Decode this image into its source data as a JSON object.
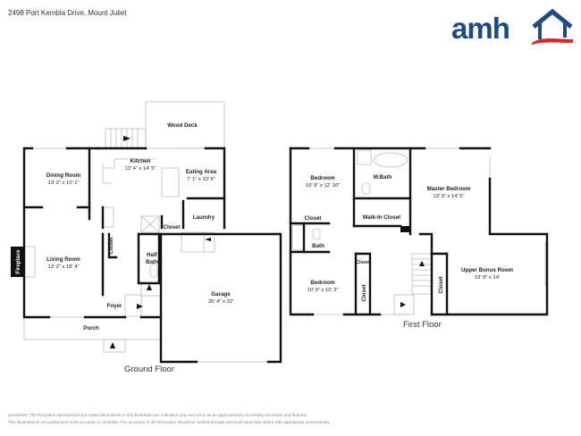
{
  "header": {
    "address": "2498 Port Kembla Drive, Mount Juliet",
    "logo_text": "amh",
    "logo_colors": {
      "text": "#1e4b86",
      "swoosh": "#d6282e"
    }
  },
  "ground_floor": {
    "label": "Ground Floor",
    "rooms": [
      {
        "name": "Wood Deck",
        "dims": ""
      },
      {
        "name": "Dining Room",
        "dims": "13' 2\" x 10' 1\""
      },
      {
        "name": "Kitchen",
        "dims": "13' 4\" x 14' 5\""
      },
      {
        "name": "Eating Area",
        "dims": "7' 1\" x 10' 6\""
      },
      {
        "name": "Laundry",
        "dims": ""
      },
      {
        "name": "Closet",
        "dims": ""
      },
      {
        "name": "Living Room",
        "dims": "13' 2\" x 18' 4\""
      },
      {
        "name": "Closet",
        "dims": ""
      },
      {
        "name": "Half",
        "dims": "Bath"
      },
      {
        "name": "Fireplace",
        "dims": ""
      },
      {
        "name": "Foyer",
        "dims": ""
      },
      {
        "name": "Porch",
        "dims": ""
      },
      {
        "name": "Garage",
        "dims": "20' 4\" x 22'"
      }
    ]
  },
  "first_floor": {
    "label": "First Floor",
    "rooms": [
      {
        "name": "Bedroom",
        "dims": "10' 9\" x 12' 10\""
      },
      {
        "name": "M.Bath",
        "dims": ""
      },
      {
        "name": "Master Bedroom",
        "dims": "13' 9\" x 14' 5\""
      },
      {
        "name": "Closet",
        "dims": ""
      },
      {
        "name": "Walk-In Closet",
        "dims": ""
      },
      {
        "name": "Bath",
        "dims": ""
      },
      {
        "name": "Bedroom",
        "dims": "10' 9\" x 10' 3\""
      },
      {
        "name": "Closet",
        "dims": ""
      },
      {
        "name": "Closet",
        "dims": ""
      },
      {
        "name": "Closet",
        "dims": ""
      },
      {
        "name": "Upper Bonus Room",
        "dims": "19' 8\" x 14'"
      }
    ]
  },
  "footer": {
    "disclaimer_line1": "Disclaimer: The floorplans depicted and the stated dimensions in this illustration are indicative only and serve as an approximation of existing structures and features.",
    "disclaimer_line2": "This illustration is not guaranteed to be accurate or complete. The accuracy of all information should be verified through personal inspection and/or with appropriate professionals."
  }
}
